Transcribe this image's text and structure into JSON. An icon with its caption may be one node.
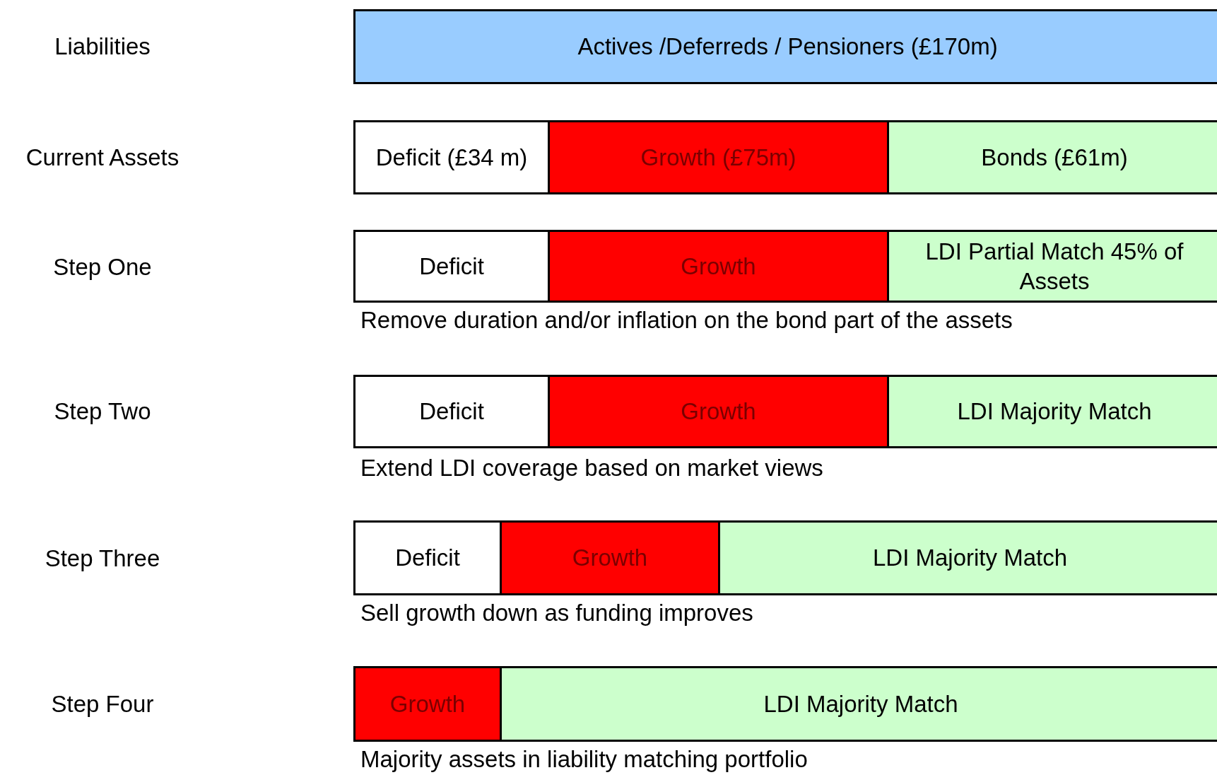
{
  "diagram": {
    "nodes": [
      {
        "text": [
          "Actives /Deferreds / Pensioners (£170m)"
        ]
      },
      {
        "text": [
          "Deficit (£34 m)"
        ]
      },
      {
        "text": [
          "Growth (£75m)"
        ]
      },
      {
        "text": [
          "Bonds (£61m)"
        ]
      },
      {
        "text": [
          "Deficit"
        ]
      },
      {
        "text": [
          "Growth"
        ]
      },
      {
        "text": [
          "LDI Partial Match 45% of Assets"
        ]
      },
      {
        "text": [
          "Deficit"
        ]
      },
      {
        "text": [
          "Growth"
        ]
      },
      {
        "text": [
          "LDI Majority Match"
        ]
      },
      {
        "text": [
          "Deficit"
        ]
      },
      {
        "text": [
          "Growth"
        ]
      },
      {
        "text": [
          "LDI Majority Match"
        ]
      },
      {
        "text": [
          "Growth"
        ]
      },
      {
        "text": [
          "LDI Majority Match"
        ]
      }
    ],
    "labels": [
      "Liabilities",
      "Current Assets",
      "Step One",
      "Remove duration and/or inflation on the bond part of the assets",
      "Step Two",
      "Extend LDI coverage based on market views",
      "Step Three",
      "Sell growth down as funding improves",
      "Step Four",
      "Majority assets in liability matching portfolio"
    ]
  }
}
